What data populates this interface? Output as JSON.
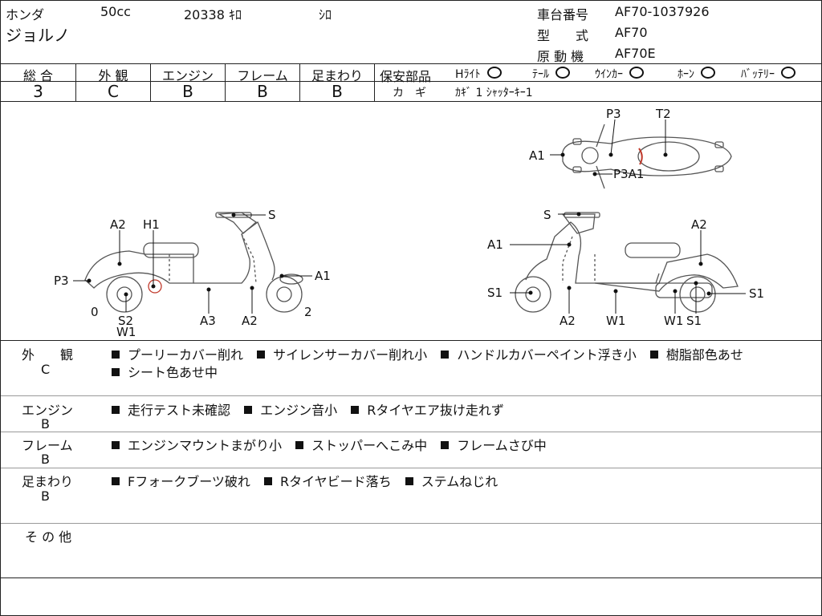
{
  "header": {
    "maker": "ホンダ",
    "cc": "50cc",
    "mileage": "20338 ｷﾛ",
    "color": "ｼﾛ",
    "model_name": "ジョルノ",
    "frame_label": "車台番号",
    "frame_no": "AF70-1037926",
    "type_label": "型　　式",
    "type_value": "AF70",
    "engine_label": "原 動 機",
    "engine_value": "AF70E"
  },
  "grades": {
    "headers": [
      "総 合",
      "外 観",
      "エンジン",
      "フレーム",
      "足まわり"
    ],
    "values": [
      "3",
      "C",
      "B",
      "B",
      "B"
    ]
  },
  "safety": {
    "label": "保安部品",
    "items": [
      "Hﾗｲﾄ",
      "ﾃｰﾙ",
      "ｳｲﾝｶｰ",
      "ﾎｰﾝ",
      "ﾊﾞｯﾃﾘｰ"
    ],
    "key_label": "カ　ギ",
    "key_value": "ｶｷﾞ 1 ｼｬｯﾀｰｷｰ1"
  },
  "diagram": {
    "top_labels": [
      "A1",
      "P3",
      "T2",
      "P3A1"
    ],
    "left_labels": [
      "A2",
      "H1",
      "S",
      "P3",
      "A1",
      "0",
      "S2",
      "W1",
      "A3",
      "A2",
      "2"
    ],
    "right_labels": [
      "S",
      "A2",
      "A1",
      "S1",
      "A2",
      "W1",
      "W1",
      "S1",
      "S1"
    ]
  },
  "sections": [
    {
      "title": "外　　観",
      "grade": "C",
      "lines": [
        [
          "プーリーカバー削れ",
          "サイレンサーカバー削れ小",
          "ハンドルカバーペイント浮き小",
          "樹脂部色あせ"
        ],
        [
          "シート色あせ中"
        ]
      ]
    },
    {
      "title": "エンジン",
      "grade": "B",
      "lines": [
        [
          "走行テスト未確認",
          "エンジン音小",
          "Rタイヤエア抜け走れず"
        ]
      ]
    },
    {
      "title": "フレーム",
      "grade": "B",
      "lines": [
        [
          "エンジンマウントまがり小",
          "ストッパーへこみ中",
          "フレームさび中"
        ]
      ]
    },
    {
      "title": "足まわり",
      "grade": "B",
      "lines": [
        [
          "Fフォークブーツ破れ",
          "Rタイヤビード落ち",
          "ステムねじれ"
        ]
      ]
    },
    {
      "title": "そ の 他",
      "grade": "",
      "lines": []
    }
  ]
}
